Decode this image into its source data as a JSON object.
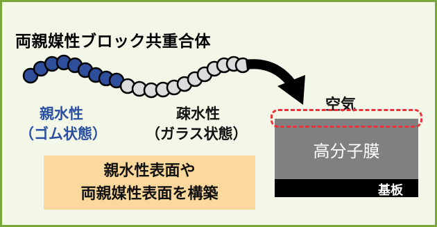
{
  "title": "両親媒性ブロック共重合体",
  "hydrophilic": {
    "line1": "親水性",
    "line2": "（ゴム状態）"
  },
  "hydrophobic": {
    "line1": "疎水性",
    "line2": "（ガラス状態）"
  },
  "result": {
    "line1": "親水性表面や",
    "line2": "両親媒性表面を構築"
  },
  "air_label": "空気",
  "film_label": "高分子膜",
  "substrate_label": "基板",
  "colors": {
    "border": "#79a83a",
    "background": "#f3f7e8",
    "hydrophilic_bead": "#2f4f9c",
    "hydrophobic_bead": "#dcdcdc",
    "highlight_box": "#fbd89b",
    "film": "#808080",
    "dashed_outline": "#e8323c"
  },
  "chain": {
    "hydrophilic_beads": 9,
    "hydrophobic_beads": 12
  }
}
